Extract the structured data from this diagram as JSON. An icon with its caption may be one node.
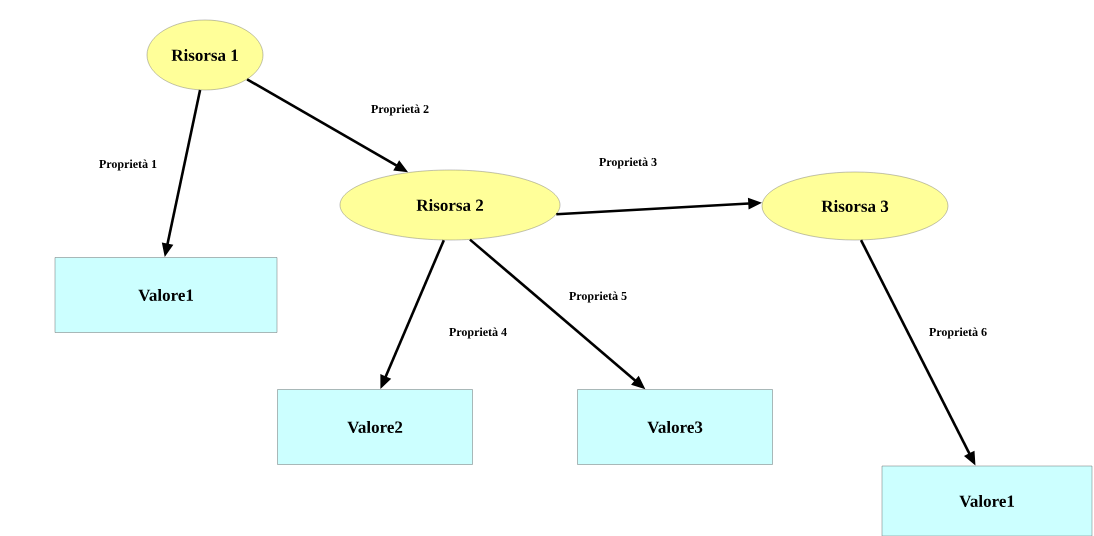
{
  "diagram": {
    "nodes": [
      {
        "text": [
          "Risorsa 1"
        ]
      },
      {
        "text": [
          "Risorsa 2"
        ]
      },
      {
        "text": [
          "Risorsa 3"
        ]
      },
      {
        "text": [
          "Valore1"
        ]
      },
      {
        "text": [
          "Valore2"
        ]
      },
      {
        "text": [
          "Valore3"
        ]
      },
      {
        "text": [
          "Valore1"
        ]
      }
    ],
    "edges": [
      {
        "from": 0,
        "to": 3,
        "arrow": "to",
        "label": "Proprietà 1"
      },
      {
        "from": 0,
        "to": 1,
        "arrow": "to",
        "label": "Proprietà 2"
      },
      {
        "from": 1,
        "to": 2,
        "arrow": "to",
        "label": "Proprietà 3"
      },
      {
        "from": 1,
        "to": 4,
        "arrow": "to",
        "label": "Proprietà 4"
      },
      {
        "from": 1,
        "to": 5,
        "arrow": "to",
        "label": "Proprietà 5"
      },
      {
        "from": 2,
        "to": 6,
        "arrow": "to",
        "label": "Proprietà 6"
      }
    ]
  }
}
